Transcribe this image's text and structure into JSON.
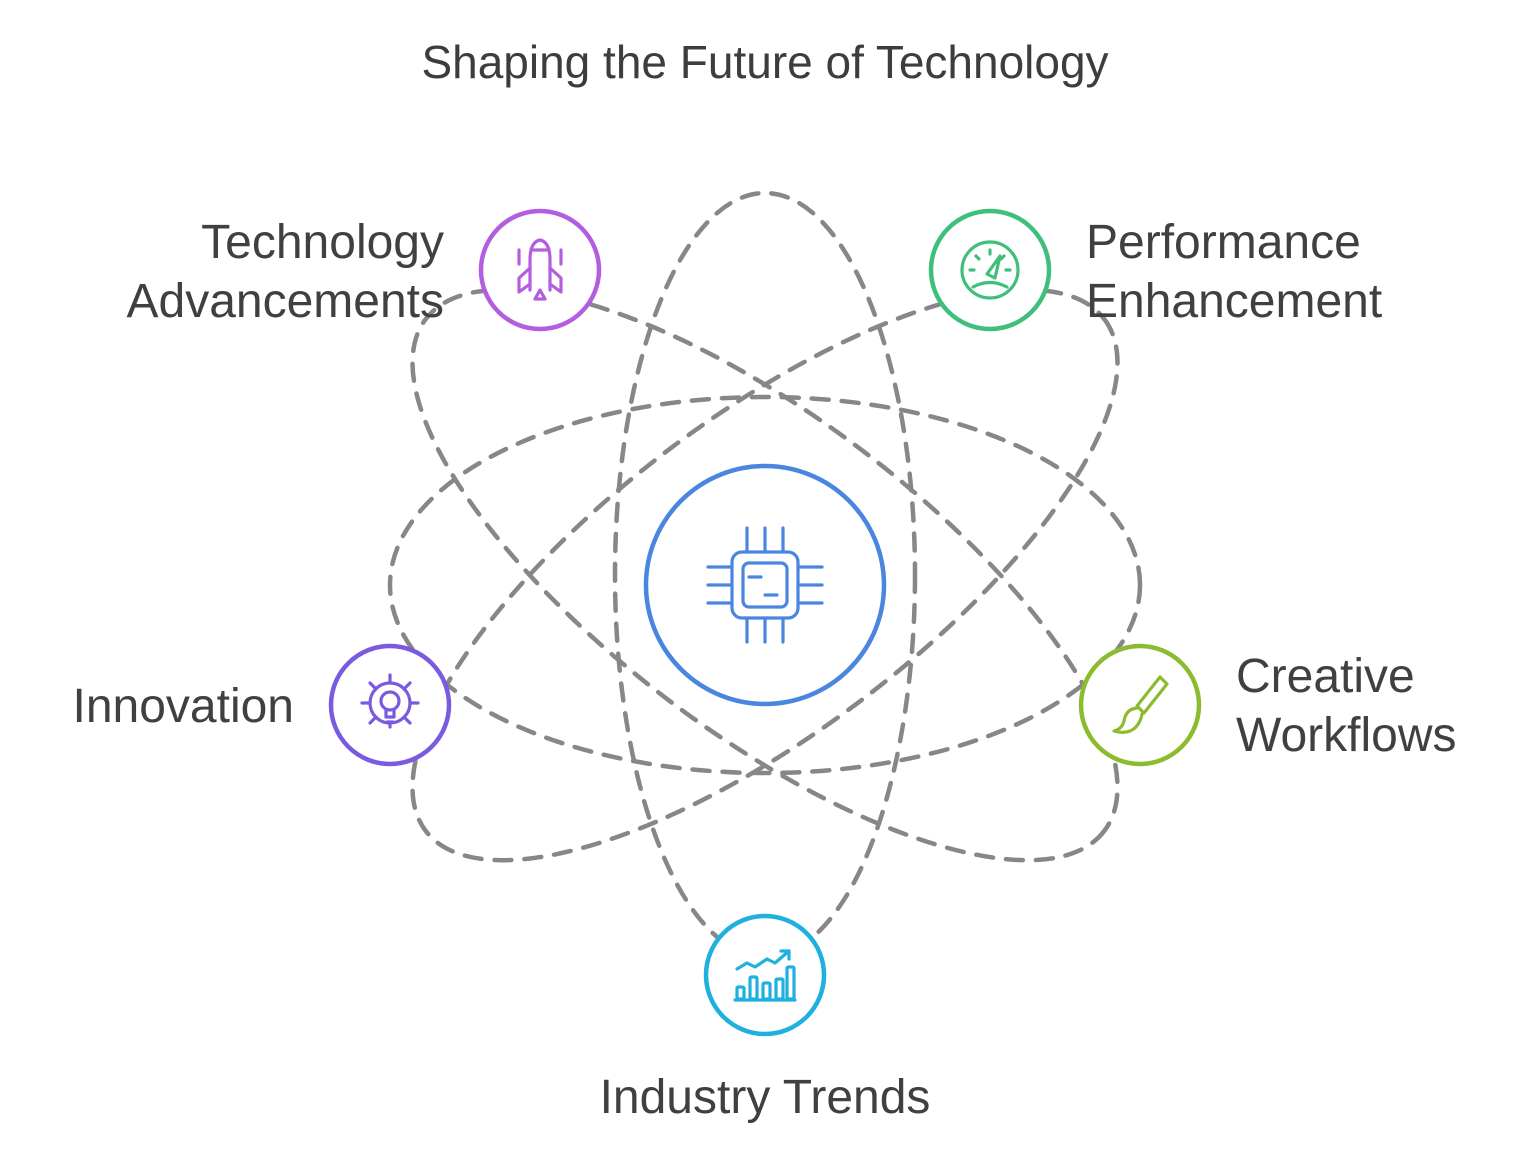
{
  "title": "Shaping the Future of Technology",
  "center": {
    "icon": "microchip-icon",
    "color": "#4a86e0"
  },
  "nodes": [
    {
      "id": "technology-advancements",
      "lines": [
        "Technology",
        "Advancements"
      ],
      "icon": "rocket-icon",
      "color": "#b35ee0"
    },
    {
      "id": "performance-enhancement",
      "lines": [
        "Performance",
        "Enhancement"
      ],
      "icon": "gauge-icon",
      "color": "#3fbf7c"
    },
    {
      "id": "innovation",
      "lines": [
        "Innovation"
      ],
      "icon": "gear-bulb-icon",
      "color": "#7a5ae0"
    },
    {
      "id": "creative-workflows",
      "lines": [
        "Creative",
        "Workflows"
      ],
      "icon": "paintbrush-icon",
      "color": "#8dbb30"
    },
    {
      "id": "industry-trends",
      "lines": [
        "Industry Trends"
      ],
      "icon": "trend-chart-icon",
      "color": "#1fb0e0"
    }
  ]
}
